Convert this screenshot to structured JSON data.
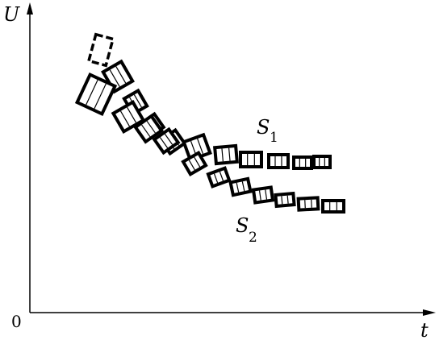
{
  "axes": {
    "y_label": "U",
    "x_label": "t",
    "origin_label": "0"
  },
  "curves": [
    {
      "id": "S1",
      "label_main": "S",
      "label_sub": "1"
    },
    {
      "id": "S2",
      "label_main": "S",
      "label_sub": "2"
    }
  ]
}
